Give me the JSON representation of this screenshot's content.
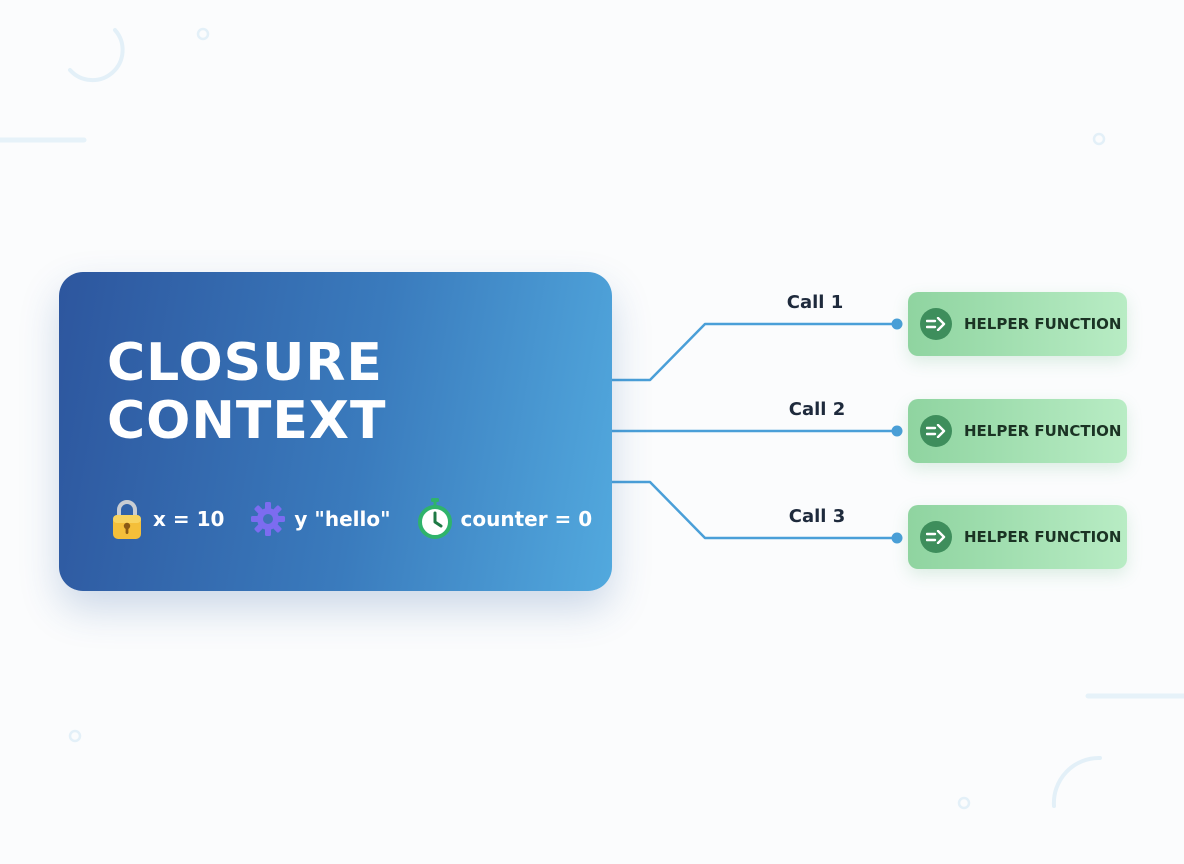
{
  "context": {
    "title_line1": "CLOSURE",
    "title_line2": "CONTEXT",
    "variables": [
      {
        "icon": "lock-icon",
        "text": "x = 10"
      },
      {
        "icon": "gear-icon",
        "text": "y \"hello\""
      },
      {
        "icon": "stopwatch-icon",
        "text": "counter = 0"
      }
    ]
  },
  "calls": [
    {
      "label": "Call 1",
      "target": "HELPER FUNCTION"
    },
    {
      "label": "Call 2",
      "target": "HELPER FUNCTION"
    },
    {
      "label": "Call 3",
      "target": "HELPER FUNCTION"
    }
  ],
  "colors": {
    "card_gradient_start": "#2d569e",
    "card_gradient_end": "#52a9de",
    "connector": "#4a9fd8",
    "helper_gradient_start": "#8fd4a0",
    "helper_gradient_end": "#b8ecc4",
    "helper_icon": "#3e8e5c"
  }
}
